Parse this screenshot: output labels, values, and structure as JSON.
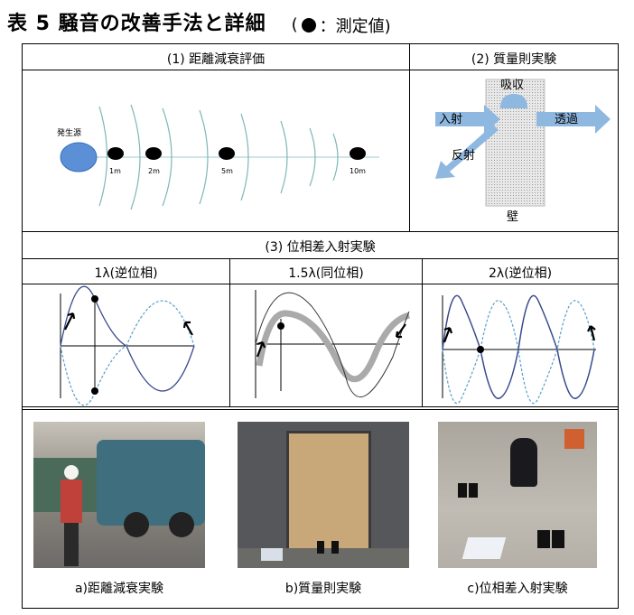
{
  "title": {
    "main": "表 5 騒音の改善手法と詳細",
    "legend_open": "(",
    "legend_text": "：測定値)"
  },
  "sections": {
    "distance": {
      "header": "(1) 距離減衰評価",
      "source_label": "発生源",
      "points": [
        "1m",
        "2m",
        "5m",
        "10m"
      ]
    },
    "mass": {
      "header": "(2) 質量則実験",
      "absorb": "吸収",
      "incident": "入射",
      "transmit": "透過",
      "reflect": "反射",
      "wall": "壁"
    },
    "phase": {
      "header": "(3) 位相差入射実験",
      "cases": [
        "1λ(逆位相)",
        "1.5λ(同位相)",
        "2λ(逆位相)"
      ]
    }
  },
  "photos": {
    "captions": [
      "a)距離減衰実験",
      "b)質量則実験",
      "c)位相差入射実験"
    ]
  },
  "colors": {
    "wave_blue": "#3a4a8c",
    "wave_dash": "#5aa0c8",
    "arrow_blue": "#8fb8e0",
    "source_blue": "#5b8fd6"
  }
}
